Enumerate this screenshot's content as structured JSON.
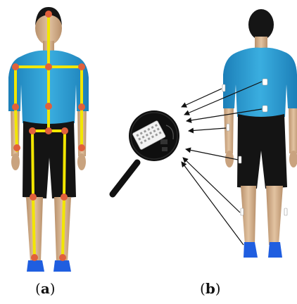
{
  "panels": [
    {
      "id": "a",
      "paren_open": "(",
      "letter": "a",
      "paren_close": ")"
    },
    {
      "id": "b",
      "paren_open": "(",
      "letter": "b",
      "paren_close": ")"
    }
  ],
  "colors": {
    "shirt": "#2f9fd4",
    "shorts": "#141414",
    "skin": "#d7b896",
    "shoes": "#1f5ee0",
    "skeleton_line": "#f2e600",
    "joint": "#e0603c",
    "sensor": "#ffffff",
    "arrow": "#111111"
  },
  "icons": [
    "human-model",
    "imu-sensor",
    "magnifier"
  ]
}
